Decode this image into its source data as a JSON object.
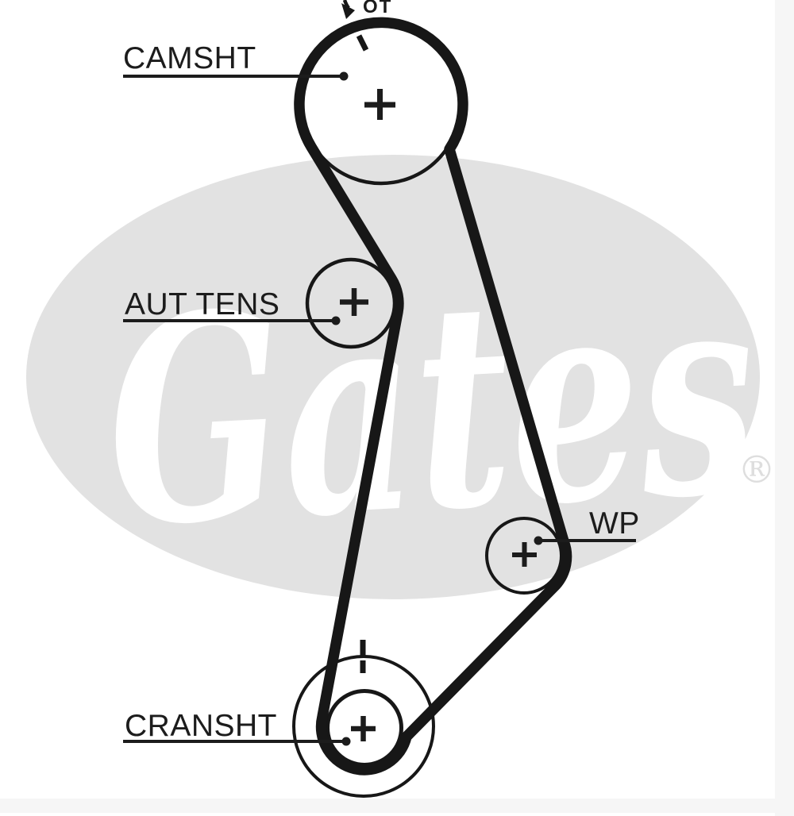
{
  "diagram": {
    "labels": {
      "camshaft": "CAMSHT",
      "auto_tensioner": "AUT TENS",
      "water_pump": "WP",
      "crankshaft": "CRANSHT",
      "timing_mark": "OT"
    },
    "watermark": {
      "brand": "Gates",
      "registered": "®"
    },
    "colors": {
      "background": "#ffffff",
      "line": "#171717",
      "watermark_oval": "#e2e2e2",
      "watermark_text": "#ffffff",
      "registered_gray": "#dedede",
      "edge_strip": "#f6f6f6"
    }
  }
}
